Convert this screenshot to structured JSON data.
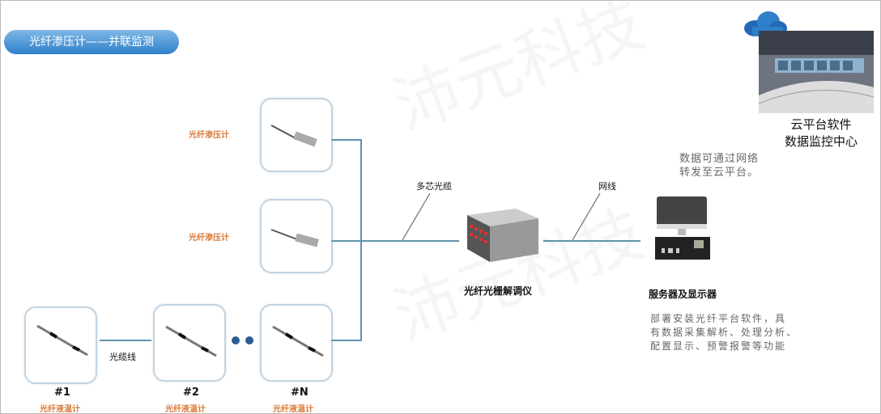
{
  "title": "光纤渗压计——并联监测",
  "watermark": "沛元科技",
  "sensors_top": [
    {
      "label": "光纤渗压计"
    },
    {
      "label": "光纤渗压计"
    }
  ],
  "sensors_bottom": [
    {
      "number": "#1",
      "label": "光纤液温计"
    },
    {
      "number": "#2",
      "label": "光纤液温计"
    },
    {
      "number": "#N",
      "label": "光纤液温计"
    }
  ],
  "cable_label": "光缆线",
  "multi_core_label": "多芯光缆",
  "network_label": "网线",
  "demodulator_label": "光纤光栅解调仪",
  "server_label": "服务器及显示器",
  "server_desc": [
    "部署安装光纤平台软件，具",
    "有数据采集解析、处理分析、",
    "配置显示、预警报警等功能"
  ],
  "network_note": [
    "数据可通过网络",
    "转发至云平台。"
  ],
  "cloud_title": [
    "云平台软件",
    "数据监控中心"
  ],
  "colors": {
    "line": "#5f94ad",
    "accent": "#2f80c9",
    "orange": "#d97b3a"
  }
}
